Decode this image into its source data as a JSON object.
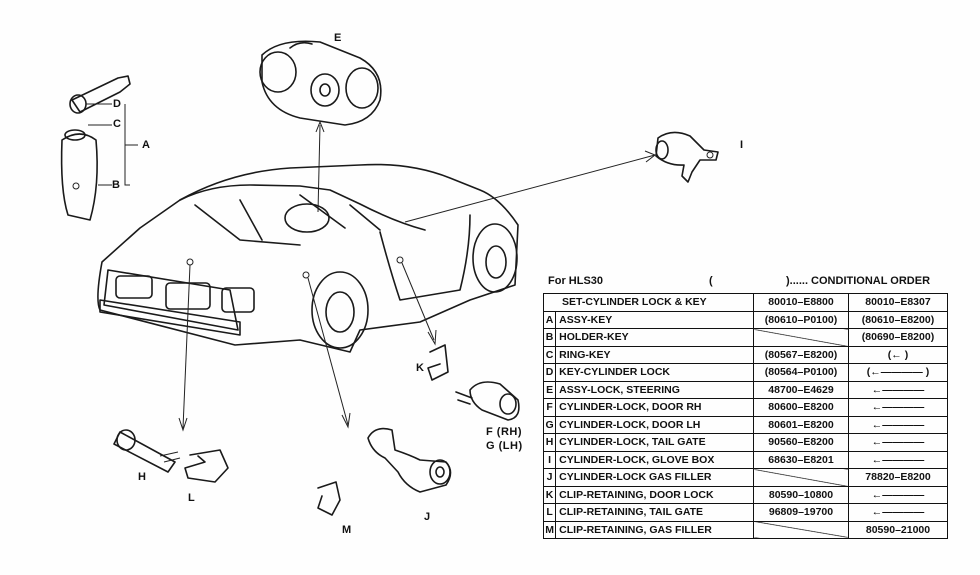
{
  "callouts": {
    "A": "A",
    "B": "B",
    "C": "C",
    "D": "D",
    "E": "E",
    "F": "F (RH)",
    "G": "G (LH)",
    "H": "H",
    "I": "I",
    "J": "J",
    "K": "K",
    "L": "L",
    "M": "M"
  },
  "header": {
    "model": "For HLS30",
    "paren": "(",
    "conditional": ")...... CONDITIONAL ORDER"
  },
  "parts": [
    {
      "key": "",
      "name": "SET-CYLINDER LOCK & KEY",
      "p1": "80010–E8800",
      "p2": "80010–E8307"
    },
    {
      "key": "A",
      "name": "ASSY-KEY",
      "p1": "(80610–P0100)",
      "p2": "(80610–E8200)"
    },
    {
      "key": "B",
      "name": "HOLDER-KEY",
      "p1": "",
      "p2": "(80690–E8200)"
    },
    {
      "key": "C",
      "name": "RING-KEY",
      "p1": "(80567–E8200)",
      "p2": "(←          )"
    },
    {
      "key": "D",
      "name": "KEY-CYLINDER LOCK",
      "p1": "(80564–P0100)",
      "p2": "(←———— )"
    },
    {
      "key": "E",
      "name": "ASSY-LOCK, STEERING",
      "p1": "48700–E4629",
      "p2": "←————"
    },
    {
      "key": "F",
      "name": "CYLINDER-LOCK, DOOR RH",
      "p1": "80600–E8200",
      "p2": "←————"
    },
    {
      "key": "G",
      "name": "CYLINDER-LOCK, DOOR LH",
      "p1": "80601–E8200",
      "p2": "←————"
    },
    {
      "key": "H",
      "name": "CYLINDER-LOCK, TAIL GATE",
      "p1": "90560–E8200",
      "p2": "←————"
    },
    {
      "key": "I",
      "name": "CYLINDER-LOCK, GLOVE BOX",
      "p1": "68630–E8201",
      "p2": "←————"
    },
    {
      "key": "J",
      "name": "CYLINDER-LOCK GAS FILLER",
      "p1": "",
      "p2": "78820–E8200"
    },
    {
      "key": "K",
      "name": "CLIP-RETAINING, DOOR LOCK",
      "p1": "80590–10800",
      "p2": "←————"
    },
    {
      "key": "L",
      "name": "CLIP-RETAINING, TAIL GATE",
      "p1": "96809–19700",
      "p2": "←————"
    },
    {
      "key": "M",
      "name": "CLIP-RETAINING, GAS FILLER",
      "p1": "",
      "p2": "80590–21000"
    }
  ]
}
